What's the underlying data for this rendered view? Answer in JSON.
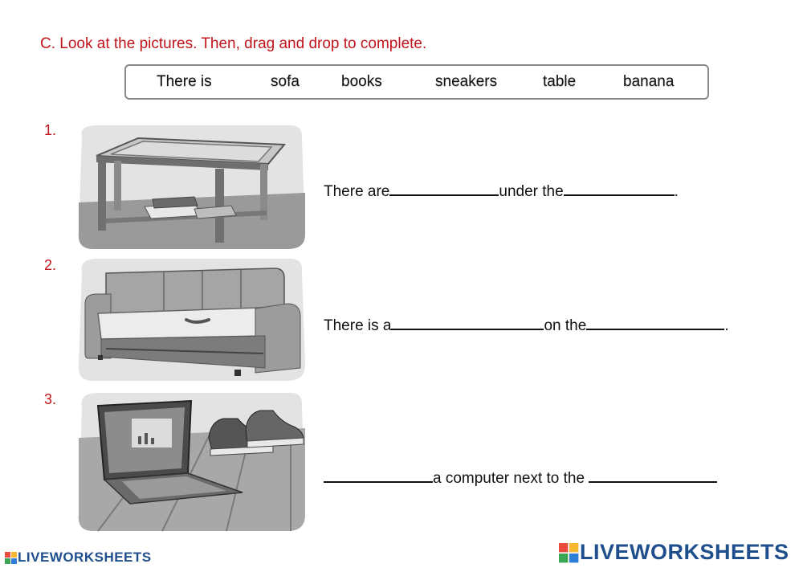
{
  "instruction": "C. Look at the pictures. Then, drag and drop to complete.",
  "word_bank": [
    "There is",
    "sofa",
    "books",
    "sneakers",
    "table",
    "banana"
  ],
  "questions": [
    {
      "number": "1.",
      "parts": [
        "There are",
        "under the",
        "."
      ]
    },
    {
      "number": "2.",
      "parts": [
        "There is a",
        "on the",
        "."
      ]
    },
    {
      "number": "3.",
      "parts": [
        "a computer next to the"
      ]
    }
  ],
  "logo_text": "LIVEWORKSHEETS",
  "colors": {
    "instruction": "#c0151b",
    "logo": "#1f4e8c",
    "border": "#8a8a8a"
  }
}
